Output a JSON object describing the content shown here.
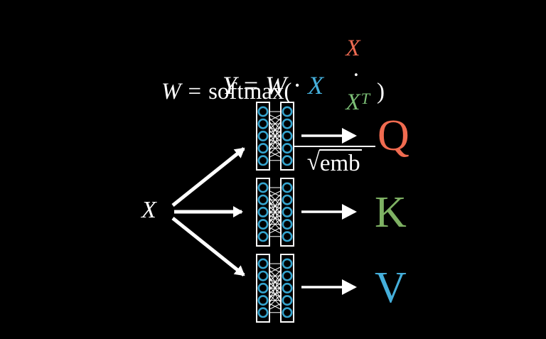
{
  "background": "#000000",
  "colors": {
    "q": "#F06B50",
    "k": "#7EB163",
    "v": "#45AFDB",
    "formula_x_red": "#EC6A51",
    "formula_xt_green": "#7CBF76",
    "formula_x_blue": "#45AFDB",
    "circle_blue": "#35A4CE",
    "stroke_white": "#FFFFFF"
  },
  "formula_softmax": {
    "lhs": "W",
    "equals": "=",
    "func_name": "softmax",
    "open_paren": "(",
    "numerator": {
      "x": "X",
      "dot": "·",
      "xt_base": "X",
      "xt_sup": "T"
    },
    "denominator": {
      "radical": "√",
      "radicand": "emb"
    },
    "close_paren": ")"
  },
  "formula_y": {
    "lhs": "Y",
    "equals": "=",
    "w": "W",
    "dot": "·",
    "x": "X"
  },
  "diagram": {
    "input_label": "X",
    "outputs": [
      {
        "label": "Q",
        "color": "#F06B50"
      },
      {
        "label": "K",
        "color": "#7EB163"
      },
      {
        "label": "V",
        "color": "#45AFDB"
      }
    ],
    "block": {
      "rows": 5,
      "columns": 2
    }
  }
}
